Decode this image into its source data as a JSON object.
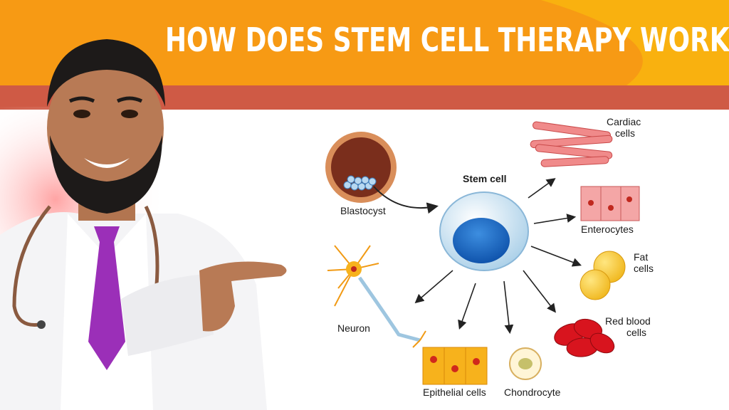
{
  "title": "HOW DOES STEM CELL THERAPY WORK",
  "colors": {
    "banner_orange": "#f79a14",
    "banner_yellow": "#f9b10f",
    "strip_red": "#cf5a45"
  },
  "diagram": {
    "center_label": "Stem cell",
    "source_label": "Blastocyst",
    "cells": {
      "cardiac": [
        "Cardiac",
        "cells"
      ],
      "enterocytes": "Enterocytes",
      "fat": [
        "Fat",
        "cells"
      ],
      "red_blood": [
        "Red blood",
        "cells"
      ],
      "chondrocyte": "Chondrocyte",
      "epithelial": "Epithelial cells",
      "neuron": "Neuron"
    }
  }
}
